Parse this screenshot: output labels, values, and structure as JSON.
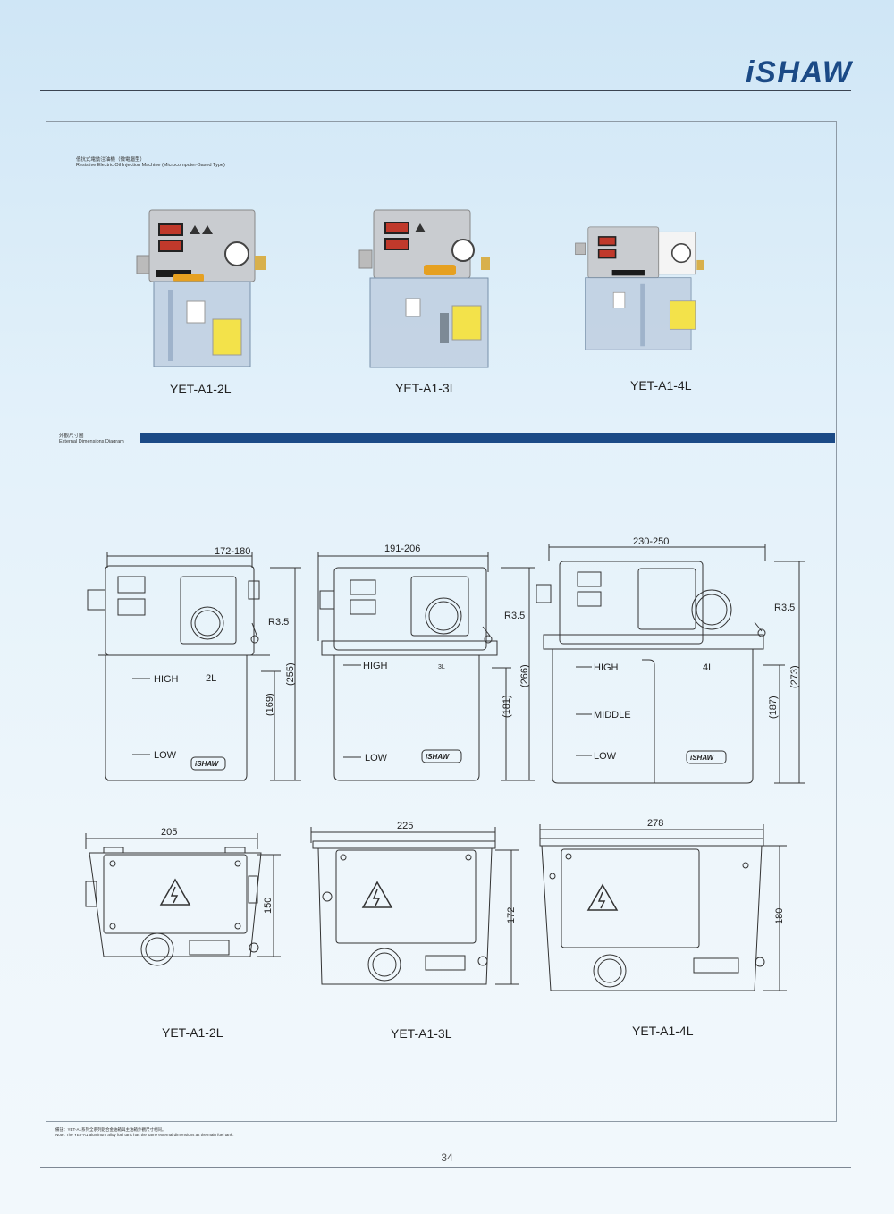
{
  "brand": {
    "logo_text": "iSHAW",
    "color": "#1b4a86"
  },
  "section1": {
    "title_zh": "低抗式電動注油機（微電腦型）",
    "title_en": "Resistive Electric Oil Injection Machine (Microcomputer-Based Type)"
  },
  "products": [
    {
      "model": "YET-A1-2L"
    },
    {
      "model": "YET-A1-3L"
    },
    {
      "model": "YET-A1-4L"
    }
  ],
  "section2": {
    "title_zh": "外觀尺寸圖",
    "title_en": "External Dimensions Diagram"
  },
  "front_views": [
    {
      "width": "172-180",
      "radius": "R3.5",
      "total_height": "(255)",
      "tank_height": "(169)",
      "capacity": "2L",
      "levels": [
        "HIGH",
        "LOW"
      ],
      "logo": "iSHAW"
    },
    {
      "width": "191-206",
      "radius": "R3.5",
      "total_height": "(266)",
      "tank_height": "(181)",
      "capacity": "3L",
      "levels": [
        "HIGH",
        "LOW"
      ],
      "logo": "iSHAW"
    },
    {
      "width": "230-250",
      "radius": "R3.5",
      "total_height": "(273)",
      "tank_height": "(187)",
      "capacity": "4L",
      "levels": [
        "HIGH",
        "MIDDLE",
        "LOW"
      ],
      "logo": "iSHAW"
    }
  ],
  "top_views": [
    {
      "width": "205",
      "depth": "150",
      "model": "YET-A1-2L"
    },
    {
      "width": "225",
      "depth": "172",
      "model": "YET-A1-3L"
    },
    {
      "width": "278",
      "depth": "180",
      "model": "YET-A1-4L"
    }
  ],
  "note": {
    "zh": "備註：YET-A1系列全系列鋁合金油箱與主油箱外觀尺寸相同。",
    "en": "Note: The YET-A1 aluminum alloy fuel tank has the same external dimensions as the main fuel tank."
  },
  "page_number": "34"
}
